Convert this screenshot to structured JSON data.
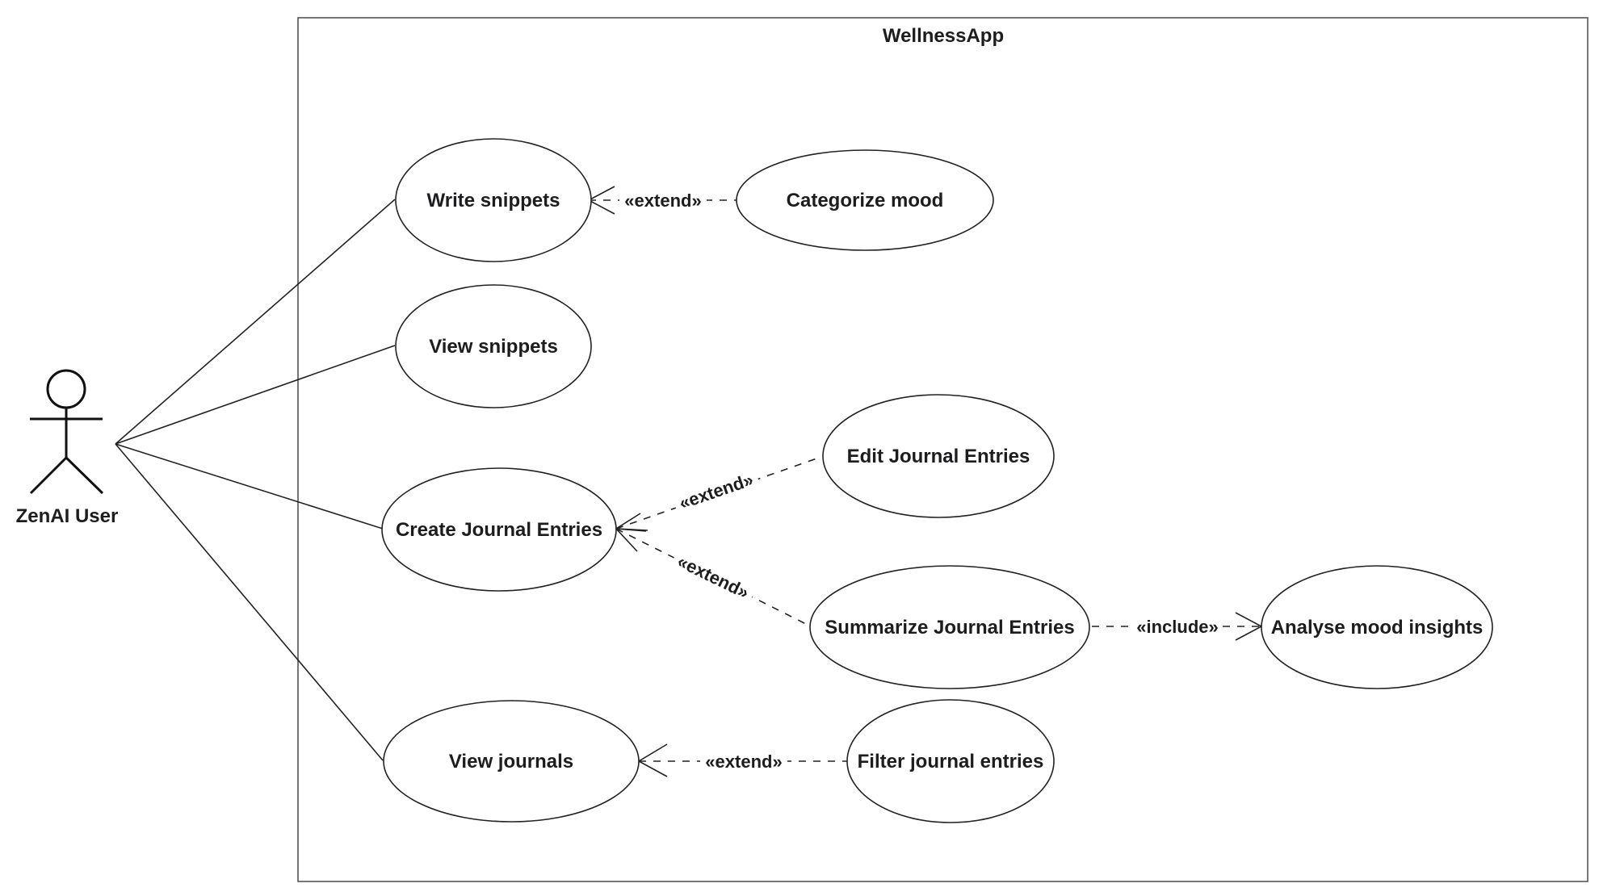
{
  "system": {
    "name": "WellnessApp"
  },
  "actor": {
    "name": "ZenAI User"
  },
  "use_cases": {
    "write_snippets": "Write snippets",
    "categorize_mood": "Categorize mood",
    "view_snippets": "View snippets",
    "edit_journal": "Edit Journal Entries",
    "create_journal": "Create Journal Entries",
    "summarize_journal": "Summarize Journal Entries",
    "analyse_mood": "Analyse mood insights",
    "view_journals": "View journals",
    "filter_journal": "Filter journal entries"
  },
  "relations": {
    "extend_categorize": "«extend»",
    "extend_edit": "«extend»",
    "extend_summarize": "«extend»",
    "include_analyse": "«include»",
    "extend_filter": "«extend»"
  }
}
